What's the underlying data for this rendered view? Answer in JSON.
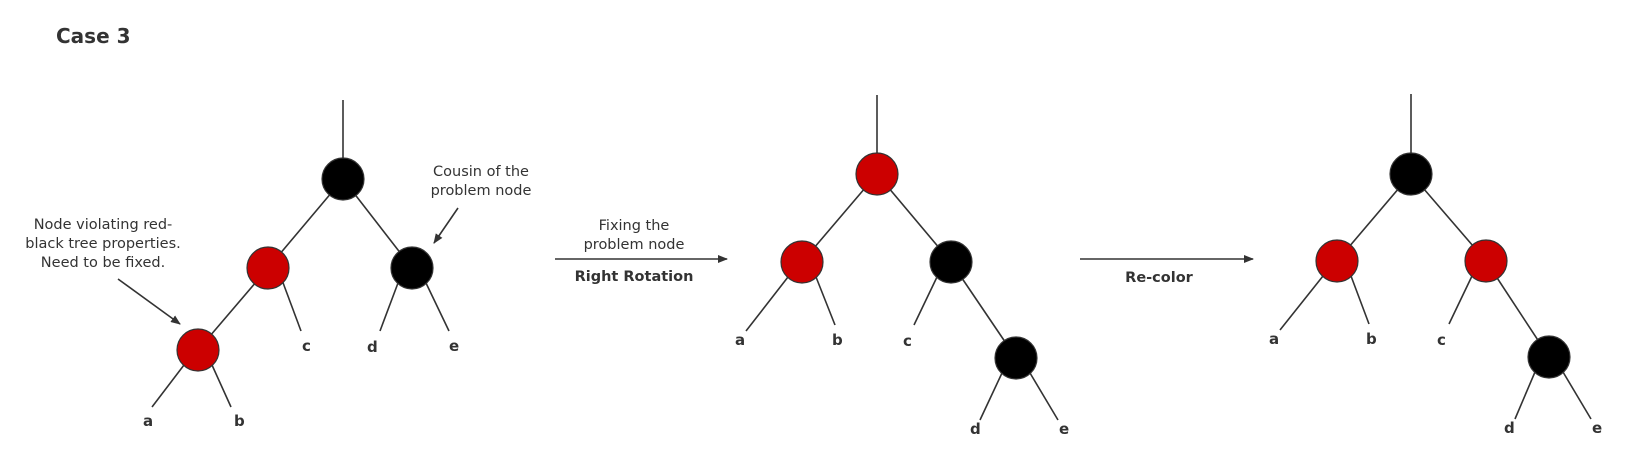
{
  "title": "Case 3",
  "colors": {
    "red": "#cc0000",
    "black": "#000000",
    "line": "#333333"
  },
  "annotations": {
    "violating": [
      "Node violating red-",
      "black tree properties.",
      "Need to be fixed."
    ],
    "cousin": [
      "Cousin of the",
      "problem node"
    ]
  },
  "steps": [
    {
      "lines": [
        "Fixing the",
        "problem node"
      ],
      "op": "Right Rotation"
    },
    {
      "lines": [],
      "op": "Re-color"
    }
  ],
  "trees": [
    {
      "name": "before",
      "nodes": [
        {
          "id": "root",
          "color": "black"
        },
        {
          "id": "left",
          "color": "red"
        },
        {
          "id": "right",
          "color": "black"
        },
        {
          "id": "leftleft",
          "color": "red"
        }
      ],
      "leaves": [
        "a",
        "b",
        "c",
        "d",
        "e"
      ]
    },
    {
      "name": "after-rotation",
      "nodes": [
        {
          "id": "root",
          "color": "red"
        },
        {
          "id": "left",
          "color": "red"
        },
        {
          "id": "right",
          "color": "black"
        },
        {
          "id": "rightright",
          "color": "black"
        }
      ],
      "leaves": [
        "a",
        "b",
        "c",
        "d",
        "e"
      ]
    },
    {
      "name": "after-recolor",
      "nodes": [
        {
          "id": "root",
          "color": "black"
        },
        {
          "id": "left",
          "color": "red"
        },
        {
          "id": "right",
          "color": "red"
        },
        {
          "id": "rightright",
          "color": "black"
        }
      ],
      "leaves": [
        "a",
        "b",
        "c",
        "d",
        "e"
      ]
    }
  ]
}
